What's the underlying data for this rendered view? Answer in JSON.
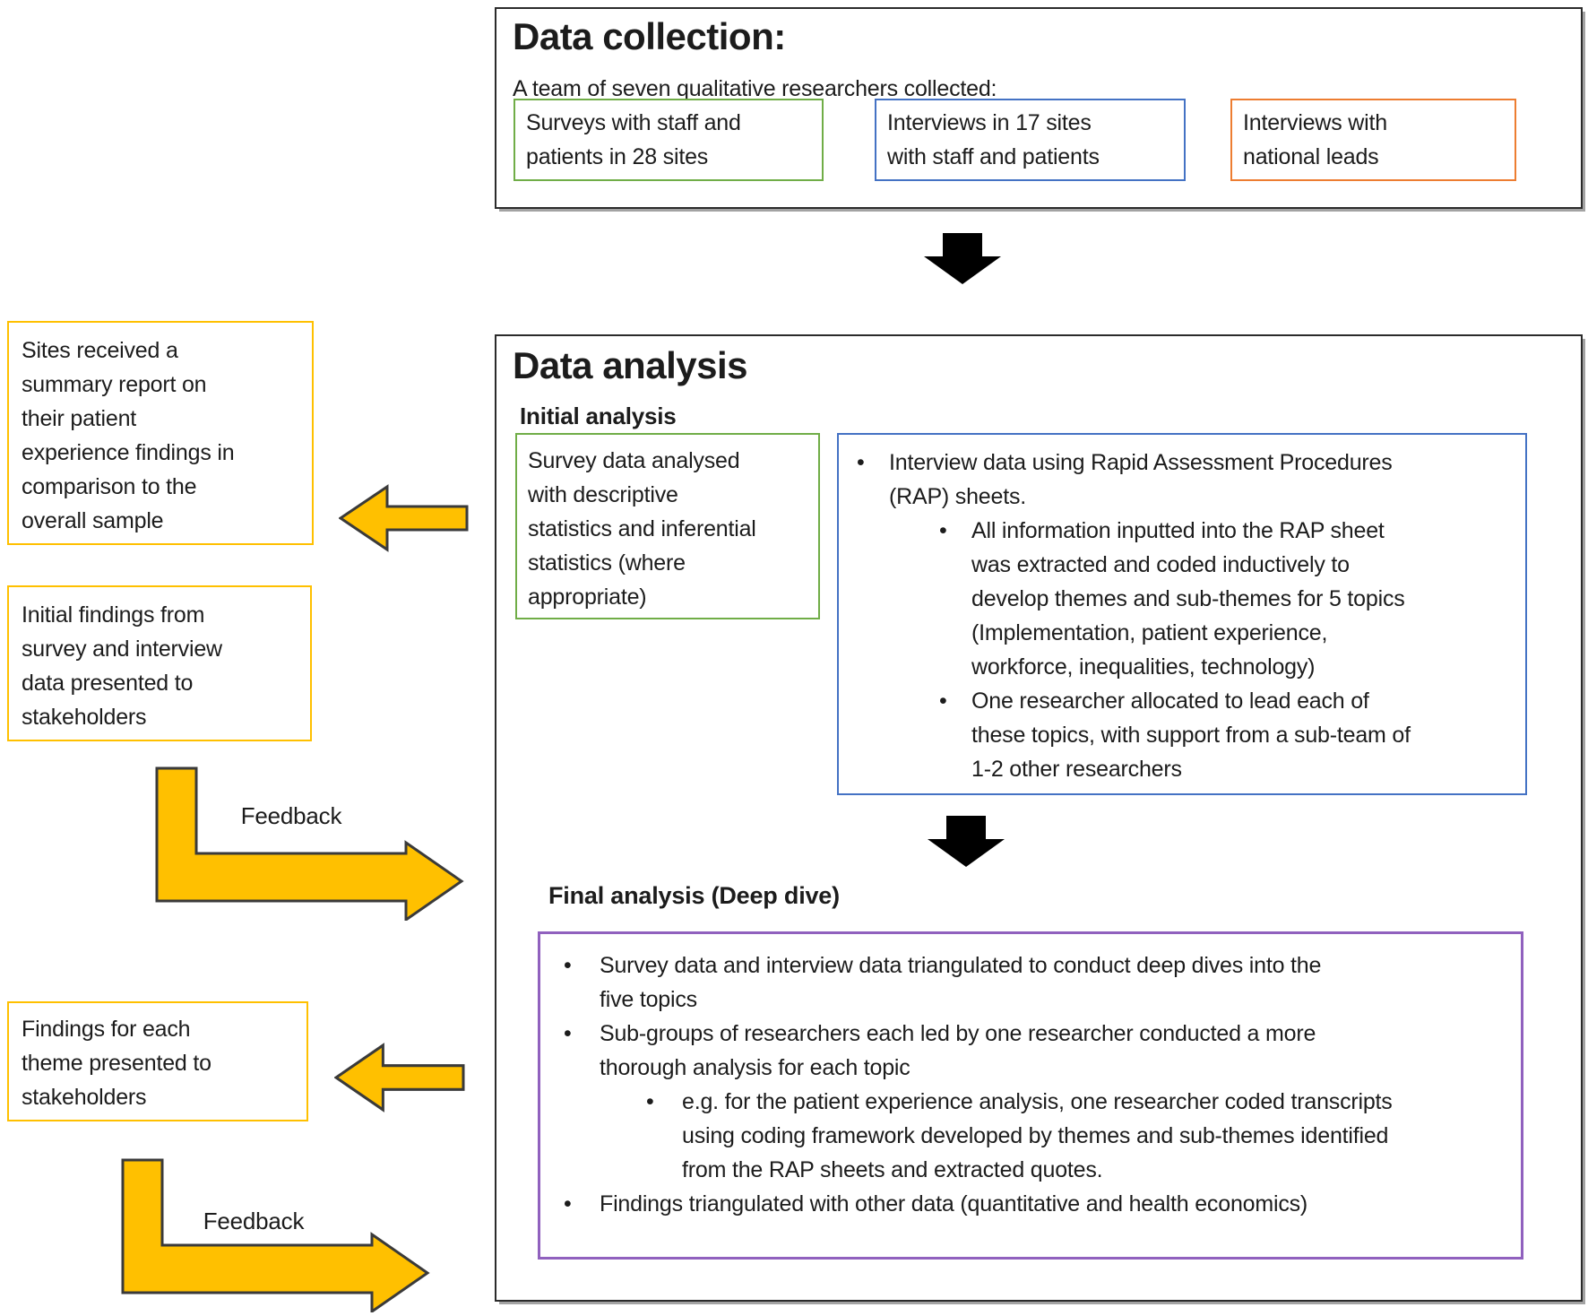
{
  "colors": {
    "green_border": "#70AD47",
    "blue_border": "#4472C4",
    "orange_border": "#ED7D31",
    "gold": "#FFC000",
    "purple_border": "#9061BE",
    "arrow_outline": "#3a3a3a",
    "black_arrow": "#000000"
  },
  "icons": {
    "bullet": "•",
    "down_arrow": "black-down-arrow",
    "left_arrow": "gold-left-arrow",
    "feedback_elbow": "gold-elbow-arrow"
  },
  "collection": {
    "title": "Data collection:",
    "subtitle": "A team of seven qualitative researchers collected:",
    "surveys_box": "Surveys with staff and\npatients in 28 sites",
    "interviews_sites_box": "Interviews in 17 sites\nwith staff and patients",
    "interviews_leads_box": "Interviews with\nnational leads"
  },
  "analysis": {
    "title": "Data analysis",
    "initial_heading": "Initial analysis",
    "survey_box": "Survey data analysed\nwith descriptive\nstatistics and inferential\nstatistics (where\nappropriate)",
    "interview_box": {
      "bullet_1": "Interview data using Rapid Assessment Procedures\n(RAP) sheets.",
      "sub_bullet_1": "All information inputted into the RAP sheet\nwas extracted and coded inductively to\ndevelop themes and sub-themes for 5 topics\n(Implementation, patient experience,\nworkforce, inequalities, technology)",
      "sub_bullet_2": "One researcher allocated to lead each of\nthese topics, with support from a sub-team of\n1-2 other researchers"
    },
    "final_heading": "Final analysis (Deep dive)",
    "deep_dive_box": {
      "bullet_1": "Survey data and interview data triangulated to conduct deep dives into the\nfive topics",
      "bullet_2": "Sub-groups of researchers each led by one researcher conducted a more\nthorough analysis for each topic",
      "bullet_2_sub": "e.g. for the patient experience analysis, one researcher coded transcripts\nusing coding framework developed by themes and sub-themes identified\nfrom the RAP sheets and extracted quotes.",
      "bullet_3": "Findings triangulated with other data (quantitative and health economics)"
    }
  },
  "left_column": {
    "summary_report_box": "Sites received a\nsummary report on\ntheir patient\nexperience findings in\ncomparison to the\noverall sample",
    "initial_findings_box": "Initial findings from\nsurvey and interview\ndata presented to\nstakeholders",
    "theme_findings_box": "Findings for each\ntheme presented to\nstakeholders",
    "feedback_label_1": "Feedback",
    "feedback_label_2": "Feedback"
  }
}
